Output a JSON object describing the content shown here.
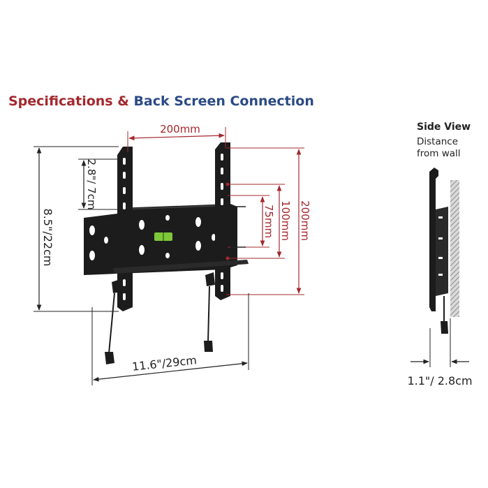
{
  "title": {
    "part1": "Specifications",
    "amp": "&",
    "part2": "Back Screen Connection"
  },
  "dimensions": {
    "width_top": "200mm",
    "height_right_outer": "200mm",
    "height_right_mid": "100mm",
    "height_right_inner": "75mm",
    "height_left": "8.5\"/22cm",
    "height_left_small": "2.8\"/ 7cm",
    "width_bottom": "11.6\"/29cm"
  },
  "side_view": {
    "title": "Side View",
    "line1": "Distance",
    "line2": "from wall",
    "depth": "1.1\"/ 2.8cm"
  },
  "colors": {
    "title_red": "#a3282e",
    "title_blue": "#2a4a86",
    "dimension_red": "#a3282e",
    "mount_black": "#1c1c1c",
    "level_green": "#7ec63a"
  }
}
